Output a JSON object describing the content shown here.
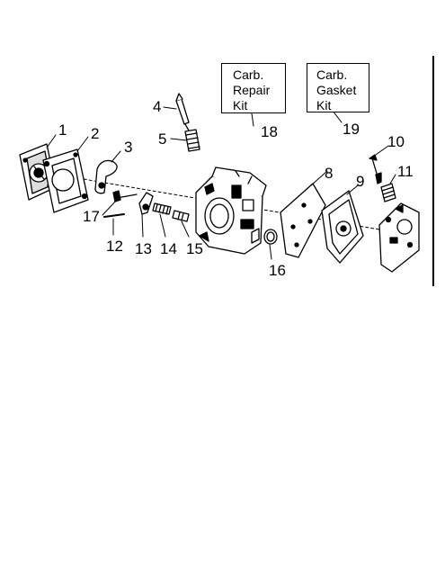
{
  "kits": {
    "repair": {
      "lines": [
        "Carb.",
        "Repair",
        "Kit"
      ]
    },
    "gasket": {
      "lines": [
        "Carb.",
        "Gasket",
        "Kit"
      ]
    }
  },
  "callouts": {
    "c1": "1",
    "c2": "2",
    "c3": "3",
    "c4": "4",
    "c5": "5",
    "c8": "8",
    "c9": "9",
    "c10": "10",
    "c11": "11",
    "c12": "12",
    "c13": "13",
    "c14": "14",
    "c15": "15",
    "c16": "16",
    "c17": "17",
    "c18": "18",
    "c19": "19"
  }
}
